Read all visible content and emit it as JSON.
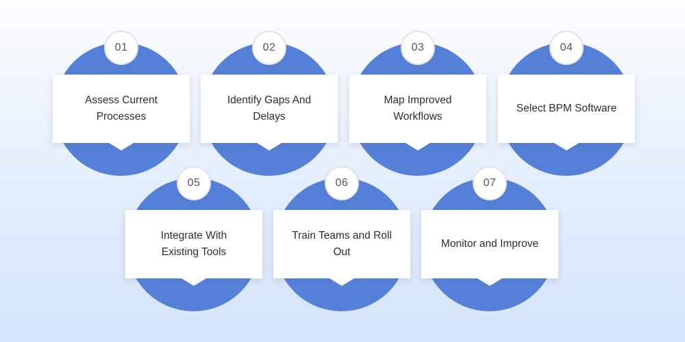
{
  "diagram": {
    "description_colors": {
      "circle_blue": "#5580d8",
      "background_top": "#fdfdfe",
      "background_bottom": "#d5e4fb",
      "card_background": "#ffffff",
      "badge_border": "#e4e4e6",
      "badge_text": "#545458",
      "card_text": "#2d2d30"
    },
    "steps": [
      {
        "number": "01",
        "label": "Assess Current\nProcesses"
      },
      {
        "number": "02",
        "label": "Identify Gaps And\nDelays"
      },
      {
        "number": "03",
        "label": "Map Improved\nWorkflows"
      },
      {
        "number": "04",
        "label": "Select BPM Software"
      },
      {
        "number": "05",
        "label": "Integrate With\nExisting Tools"
      },
      {
        "number": "06",
        "label": "Train Teams and Roll\nOut"
      },
      {
        "number": "07",
        "label": "Monitor and Improve"
      }
    ]
  }
}
